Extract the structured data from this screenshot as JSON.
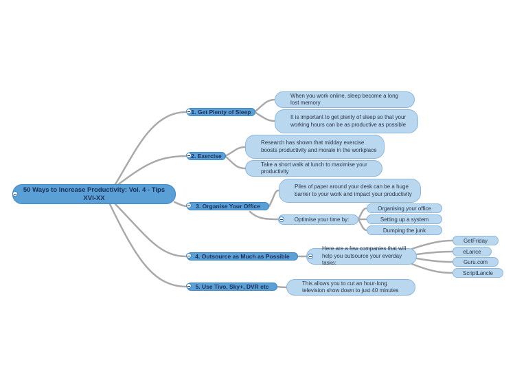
{
  "root": {
    "label": "50 Ways to Increase Productivity: Vol. 4 - Tips XVI-XX"
  },
  "colors": {
    "main_fill": "#5a9fd6",
    "sub_fill": "#b9d8ef",
    "link": "#a9a9a9",
    "text": "#1b2f57"
  },
  "branches": [
    {
      "label": "1. Get Plenty of Sleep",
      "notes": [
        "When you work online, sleep become a long lost memory",
        "It is important to get plenty of sleep so that your working hours can be as productive as possible"
      ]
    },
    {
      "label": "2. Exercise",
      "notes": [
        "Research has shown that midday exercise boosts productivity and morale in the workplace",
        "Take a short walk at lunch to maximise your productivity"
      ]
    },
    {
      "label": "3. Organise Your Office",
      "notes": [
        "Piles of paper around your desk can be a huge barrier to your work and impact your productivity",
        "Optimise your time by:"
      ],
      "items": [
        "Organising your office",
        "Setting up a system",
        "Dumping the junk"
      ]
    },
    {
      "label": "4. Outsource as Much as Possible",
      "notes": [
        "Here are a few companies that will help you outsource your everday tasks:"
      ],
      "items": [
        "GetFriday",
        "eLance",
        "Guru.com",
        "ScriptLancle"
      ]
    },
    {
      "label": "5. Use Tivo, Sky+, DVR etc",
      "notes": [
        "This allows you to cut an hour-long television show down to just 40 minutes"
      ]
    }
  ]
}
